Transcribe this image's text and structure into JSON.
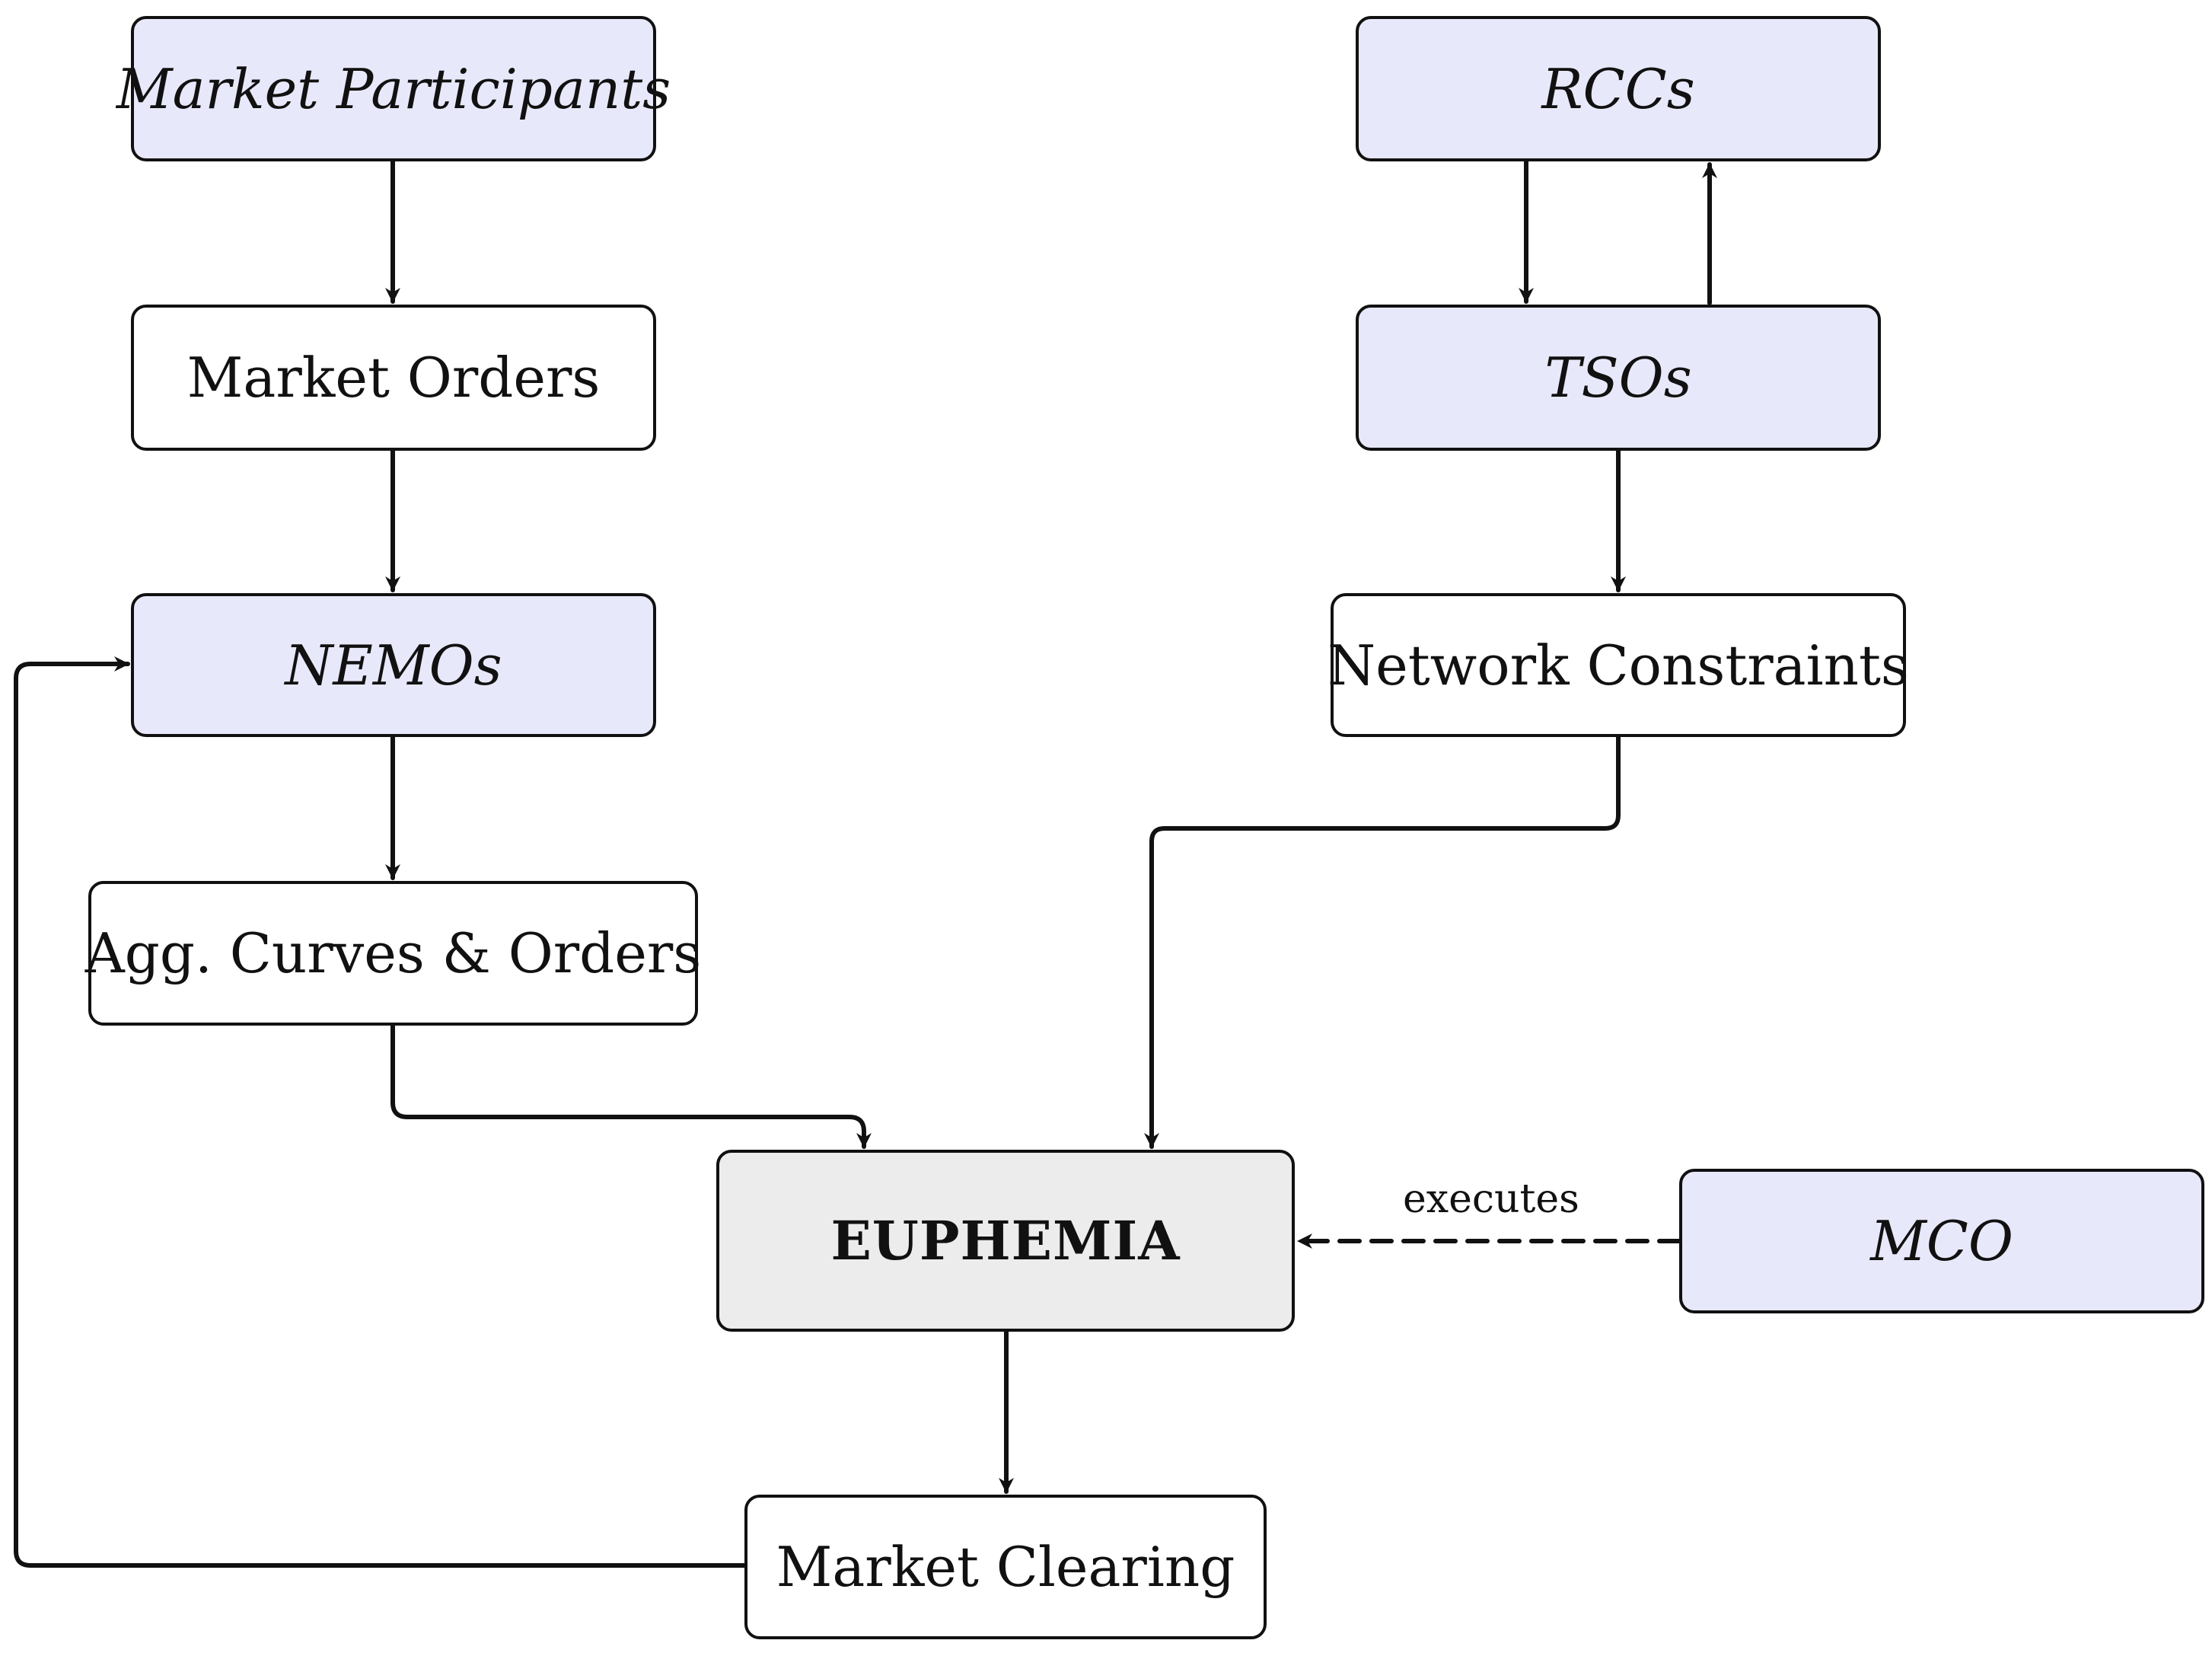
{
  "nodes": {
    "market_participants": "Market Participants",
    "market_orders": "Market Orders",
    "nemos": "NEMOs",
    "agg_curves": "Agg. Curves & Orders",
    "rccs": "RCCs",
    "tsos": "TSOs",
    "network_constraints": "Network Constraints",
    "euphemia": "EUPHEMIA",
    "mco": "MCO",
    "market_clearing": "Market Clearing"
  },
  "edge_labels": {
    "executes": "executes"
  },
  "colors": {
    "actor_fill": "#e8e8fb",
    "core_fill": "#ececec",
    "node_fill": "#ffffff",
    "stroke": "#111111"
  }
}
